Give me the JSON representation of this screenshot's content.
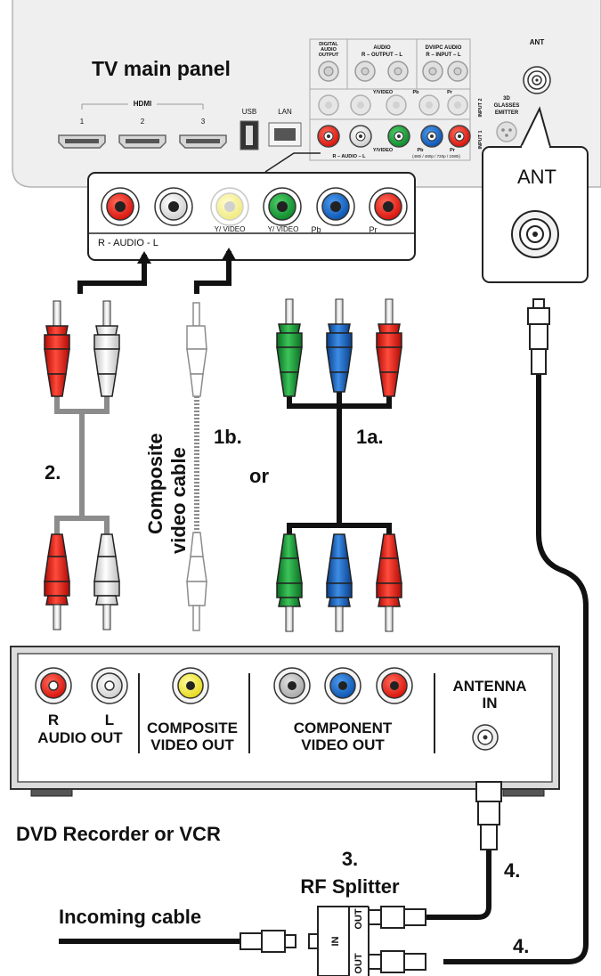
{
  "tv_panel": {
    "title": "TV main panel",
    "hdmi_label": "HDMI",
    "hdmi_ports": [
      "1",
      "2",
      "3"
    ],
    "usb_label": "USB",
    "lan_label": "LAN",
    "digital_audio_output": [
      "DIGITAL",
      "AUDIO",
      "OUTPUT"
    ],
    "audio_output": [
      "AUDIO",
      "R – OUTPUT – L"
    ],
    "dvi_pc_audio": [
      "DVI/PC  AUDIO",
      "R – INPUT – L"
    ],
    "input2_video": "Y/VIDEO",
    "input2_pb": "Pb",
    "input2_pr": "Pr",
    "input_2": "INPUT 2",
    "input_1": "INPUT 1",
    "row3_video": "Y/VIDEO",
    "row3_pb": "Pb",
    "row3_pr": "Pr",
    "audio_row": "R – AUDIO – L",
    "resolution_note": "(480i / 480p / 720p / 1080i)",
    "glasses_emitter": [
      "3D",
      "GLASSES",
      "EMITTER"
    ],
    "ant_label": "ANT"
  },
  "zoom_panel": {
    "yvideo_composite": "Y/ VIDEO",
    "yvideo": "Y/ VIDEO",
    "pb": "Pb",
    "pr": "Pr",
    "audio": "R - AUDIO - L"
  },
  "ant_zoom": {
    "label": "ANT"
  },
  "labels": {
    "step_2": "2.",
    "composite_line1": "Composite",
    "composite_line2": "video cable",
    "step_1b": "1b.",
    "or": "or",
    "step_1a": "1a."
  },
  "dvd": {
    "audio_r": "R",
    "audio_l": "L",
    "audio_out": "AUDIO OUT",
    "composite_line1": "COMPOSITE",
    "composite_line2": "VIDEO OUT",
    "component_line1": "COMPONENT",
    "component_line2": "VIDEO OUT",
    "antenna_line1": "ANTENNA",
    "antenna_line2": "IN",
    "caption": "DVD Recorder or VCR"
  },
  "splitter": {
    "step": "3.",
    "title": "RF Splitter",
    "in": "IN",
    "out_top": "OUT",
    "out_bottom": "OUT",
    "incoming": "Incoming cable",
    "step_4a": "4.",
    "step_4b": "4."
  },
  "colors": {
    "red": "#e8261f",
    "white": "#ffffff",
    "yellow": "#f5ee2e",
    "green": "#17a33a",
    "blue": "#1668c8",
    "gray_cable": "#8c8c8c",
    "panel_fill": "#eeeeee",
    "dvd_fill": "#ececec"
  }
}
